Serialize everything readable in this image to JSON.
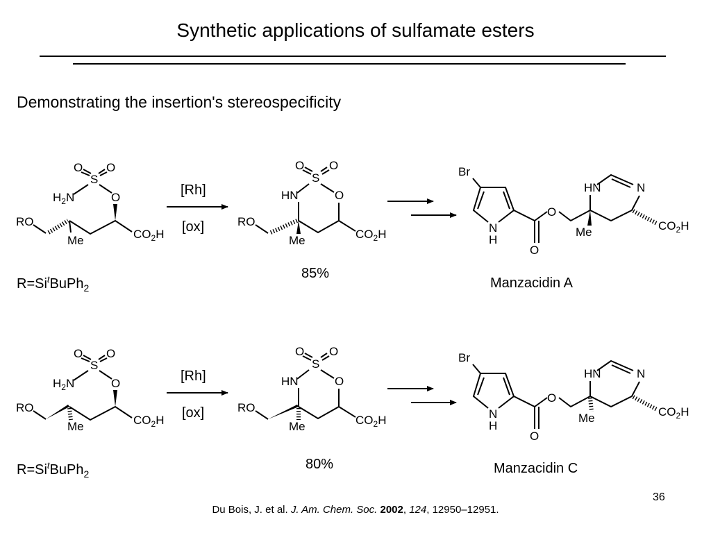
{
  "title": "Synthetic applications of sulfamate esters",
  "subtitle": "Demonstrating the insertion's stereospecificity",
  "atoms": {
    "O": "O",
    "S": "S",
    "H2N_H": "H",
    "H2N_sub": "2",
    "H2N_N": "N",
    "HN": "HN",
    "N": "N",
    "H": "H",
    "RO": "RO",
    "Me": "Me",
    "Br": "Br",
    "CO": "CO",
    "sub2": "2",
    "CO2H_H": "H"
  },
  "reactions": [
    {
      "reagent_top": "[Rh]",
      "reagent_bottom": "[ox]",
      "yield": "85%",
      "r_group": {
        "prefix": "R=Si",
        "sup": "t",
        "mid": "BuPh",
        "sub": "2"
      },
      "product_name": "Manzacidin A"
    },
    {
      "reagent_top": "[Rh]",
      "reagent_bottom": "[ox]",
      "yield": "80%",
      "r_group": {
        "prefix": "R=Si",
        "sup": "t",
        "mid": "BuPh",
        "sub": "2"
      },
      "product_name": "Manzacidin C"
    }
  ],
  "citation": {
    "authors": "Du Bois, J. et al. ",
    "journal": "J. Am. Chem. Soc.",
    "year": "2002",
    "volume": "124",
    "pages": ", 12950–12951."
  },
  "page_number": "36"
}
